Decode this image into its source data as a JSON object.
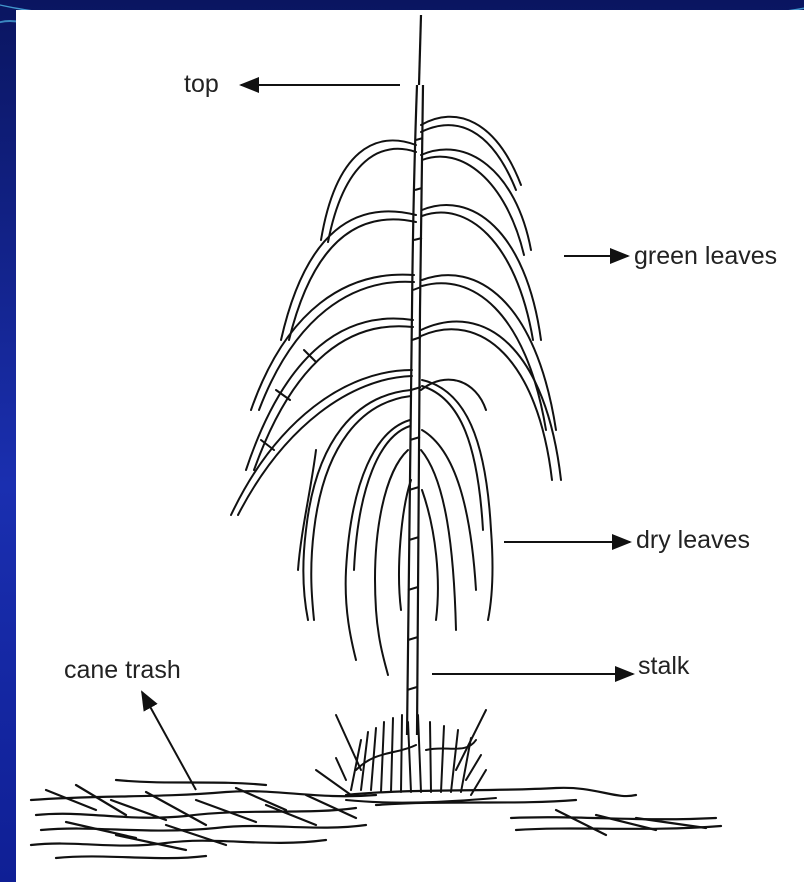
{
  "labels": {
    "top": "top",
    "green_leaves": "green leaves",
    "dry_leaves": "dry leaves",
    "stalk": "stalk",
    "cane_trash": "cane trash"
  },
  "colors": {
    "slide_background": "#1a2fb0",
    "accent_line": "#4fb7e8",
    "drawing_ink": "#111111",
    "figure_background": "#ffffff"
  }
}
